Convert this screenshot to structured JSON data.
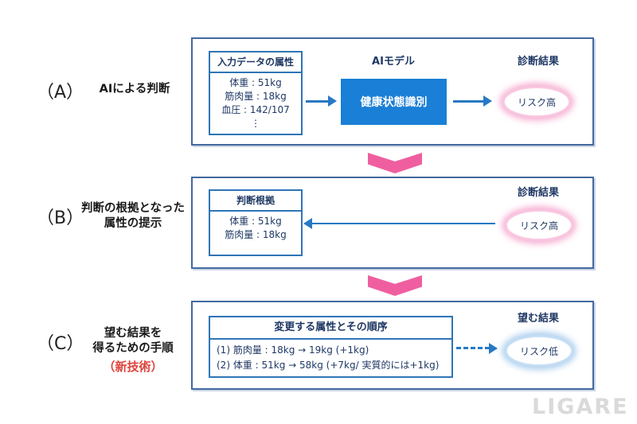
{
  "watermark": "LIGARE",
  "colors": {
    "frame_border": "#44699e",
    "inner_border": "#2e75b6",
    "model_box_fill": "#1a7fd6",
    "navy_text": "#1f3864",
    "arrow_blue": "#2779c4",
    "chevron_pink": "#ef5fa0",
    "glow_pink": "#f5a3cc",
    "glow_blue": "#9fc7ec",
    "note_red": "#e0433b"
  },
  "sections": {
    "a": {
      "letter": "（A）",
      "title": "AIによる判断",
      "input_box": {
        "header": "入力データの属性",
        "lines": [
          "体重 : 51kg",
          "筋肉量 : 18kg",
          "血圧 : 142/107",
          "⋮"
        ]
      },
      "model_label": "AIモデル",
      "model_box": "健康状態識別",
      "result_label": "診断結果",
      "result": "リスク高"
    },
    "b": {
      "letter": "（B）",
      "title_line1": "判断の根拠となった",
      "title_line2": "属性の提示",
      "basis_box": {
        "header": "判断根拠",
        "lines": [
          "体重 : 51kg",
          "筋肉量 : 18kg"
        ]
      },
      "result_label": "診断結果",
      "result": "リスク高"
    },
    "c": {
      "letter": "（C）",
      "title_line1": "望む結果を",
      "title_line2": "得るための手順",
      "note": "（新技術）",
      "steps_box": {
        "header": "変更する属性とその順序",
        "lines": [
          "(1) 筋肉量 : 18kg → 19kg (+1kg)",
          "(2) 体重 : 51kg → 58kg (+7kg/ 実質的には+1kg)"
        ]
      },
      "result_label": "望む結果",
      "result": "リスク低"
    }
  }
}
